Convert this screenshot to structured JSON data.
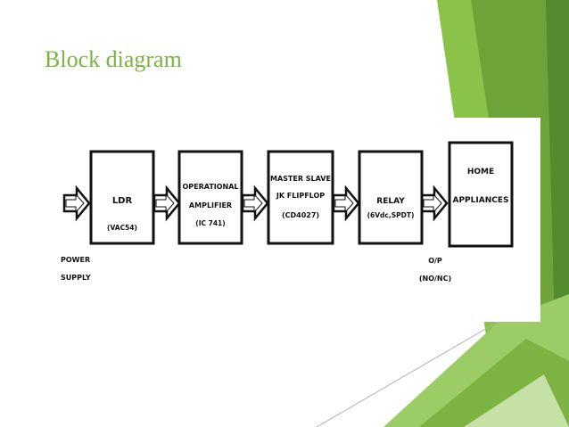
{
  "slide": {
    "title": "Block diagram",
    "accent_color": "#7cb342"
  },
  "diagram": {
    "input_label_line1": "POWER",
    "input_label_line2": "SUPPLY",
    "blocks": [
      {
        "line1": "LDR",
        "line2": "(VAC54)",
        "line3": ""
      },
      {
        "line1": "OPERATIONAL",
        "line2": "AMPLIFIER",
        "line3": "(IC 741)"
      },
      {
        "line1": "MASTER SLAVE",
        "line2": "JK FLIPFLOP",
        "line3": "(CD4027)"
      },
      {
        "line1": "RELAY",
        "line2": "(6Vdc,SPDT)",
        "line3": ""
      },
      {
        "line1": "HOME",
        "line2": "APPLIANCES",
        "line3": ""
      }
    ],
    "output_label_line1": "O/P",
    "output_label_line2": "(NO/NC)"
  }
}
